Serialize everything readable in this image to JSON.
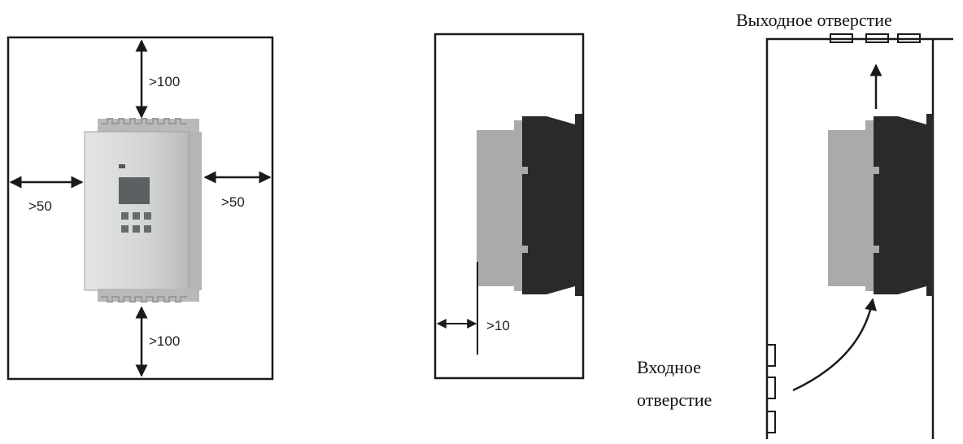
{
  "panel_left": {
    "clearance_top": ">100",
    "clearance_bottom": ">100",
    "clearance_left": ">50",
    "clearance_right": ">50"
  },
  "panel_middle": {
    "clearance_back": ">10"
  },
  "panel_right": {
    "outlet_label": "Выходное отверстие",
    "inlet_label_line1": "Входное",
    "inlet_label_line2": "отверстие"
  },
  "colors": {
    "line": "#1a1a1a",
    "device_body": "#d2d4d4",
    "device_side_light": "#a9aaaa",
    "device_side_dark": "#2a2a2a",
    "display": "#5b6063",
    "keypad": "#666b6d"
  }
}
